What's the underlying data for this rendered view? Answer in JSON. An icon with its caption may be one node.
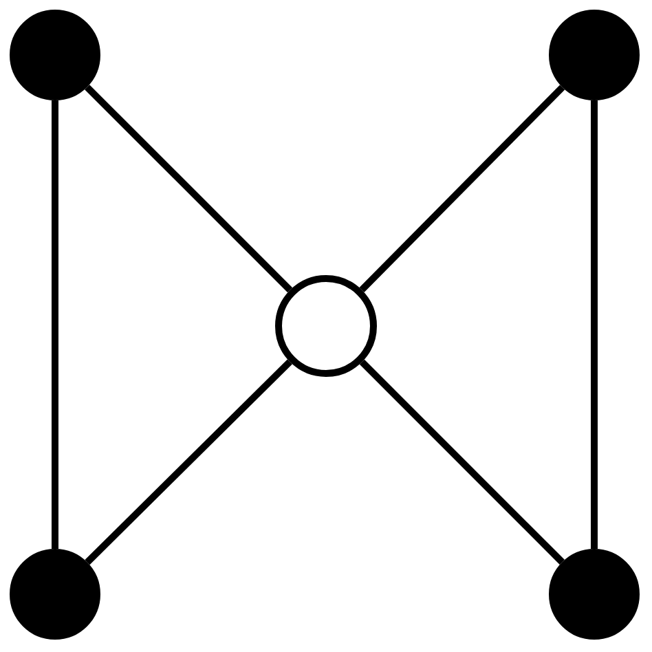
{
  "diagram": {
    "nodes": [
      {
        "text": [],
        "shape": "circle"
      },
      {
        "text": [],
        "shape": "circle"
      },
      {
        "text": [],
        "shape": "circle"
      },
      {
        "text": [],
        "shape": "circle"
      },
      {
        "text": [],
        "shape": "circle"
      }
    ],
    "edges": [
      {
        "from": 0,
        "to": 3,
        "arrow": "none"
      },
      {
        "from": 1,
        "to": 4,
        "arrow": "none"
      },
      {
        "from": 0,
        "to": 2,
        "arrow": "none"
      },
      {
        "from": 1,
        "to": 2,
        "arrow": "none"
      },
      {
        "from": 3,
        "to": 2,
        "arrow": "none"
      },
      {
        "from": 4,
        "to": 2,
        "arrow": "none"
      }
    ]
  }
}
